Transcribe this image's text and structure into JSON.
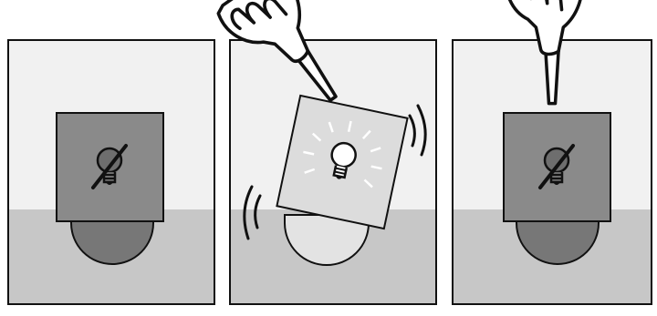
{
  "colors": {
    "background": "#ffffff",
    "wall": "#f1f1f1",
    "floor": "#c7c7c7",
    "panel_off": "#8a8a8a",
    "panel_on": "#dcdcdc",
    "dome_off": "#777777",
    "dome_on": "#e3e3e3",
    "outline": "#111111",
    "bulb_off": "#6e6e6e",
    "bulb_on": "#ffffff",
    "hand_fill": "#ffffff"
  },
  "panels": [
    {
      "id": "panel-1",
      "state": "off",
      "label": ""
    },
    {
      "id": "panel-2",
      "state": "on",
      "label": ""
    },
    {
      "id": "panel-3",
      "state": "off",
      "label": ""
    }
  ]
}
